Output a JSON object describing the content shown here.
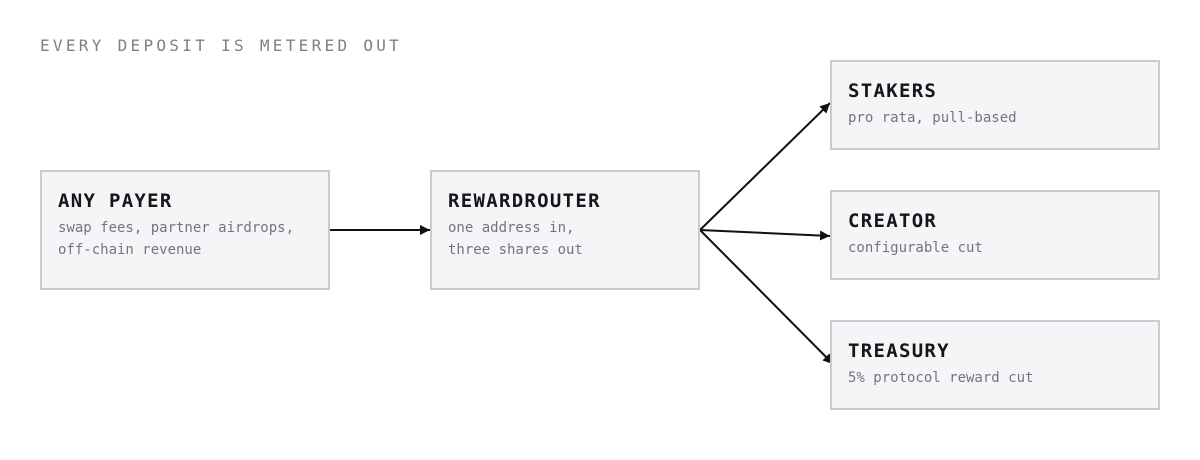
{
  "heading": "EVERY DEPOSIT IS METERED OUT",
  "nodes": {
    "payer": {
      "title": "ANY PAYER",
      "lines": [
        "swap fees, partner airdrops,",
        "off-chain revenue"
      ]
    },
    "router": {
      "title": "REWARDROUTER",
      "lines": [
        "one address in,",
        "three shares out"
      ]
    },
    "stakers": {
      "title": "STAKERS",
      "lines": [
        "pro rata, pull-based"
      ]
    },
    "creator": {
      "title": "CREATOR",
      "lines": [
        "configurable cut"
      ]
    },
    "treasury": {
      "title": "TREASURY",
      "lines": [
        "5% protocol reward cut"
      ]
    }
  },
  "edges": [
    {
      "from": "payer",
      "to": "router"
    },
    {
      "from": "router",
      "to": "stakers"
    },
    {
      "from": "router",
      "to": "creator"
    },
    {
      "from": "router",
      "to": "treasury"
    }
  ],
  "colors": {
    "box_fill": "#f4f5f7",
    "box_border": "#c9cad3",
    "title": "#15161a",
    "desc": "#72757f",
    "heading": "#7d808a",
    "edge": "#111111"
  }
}
